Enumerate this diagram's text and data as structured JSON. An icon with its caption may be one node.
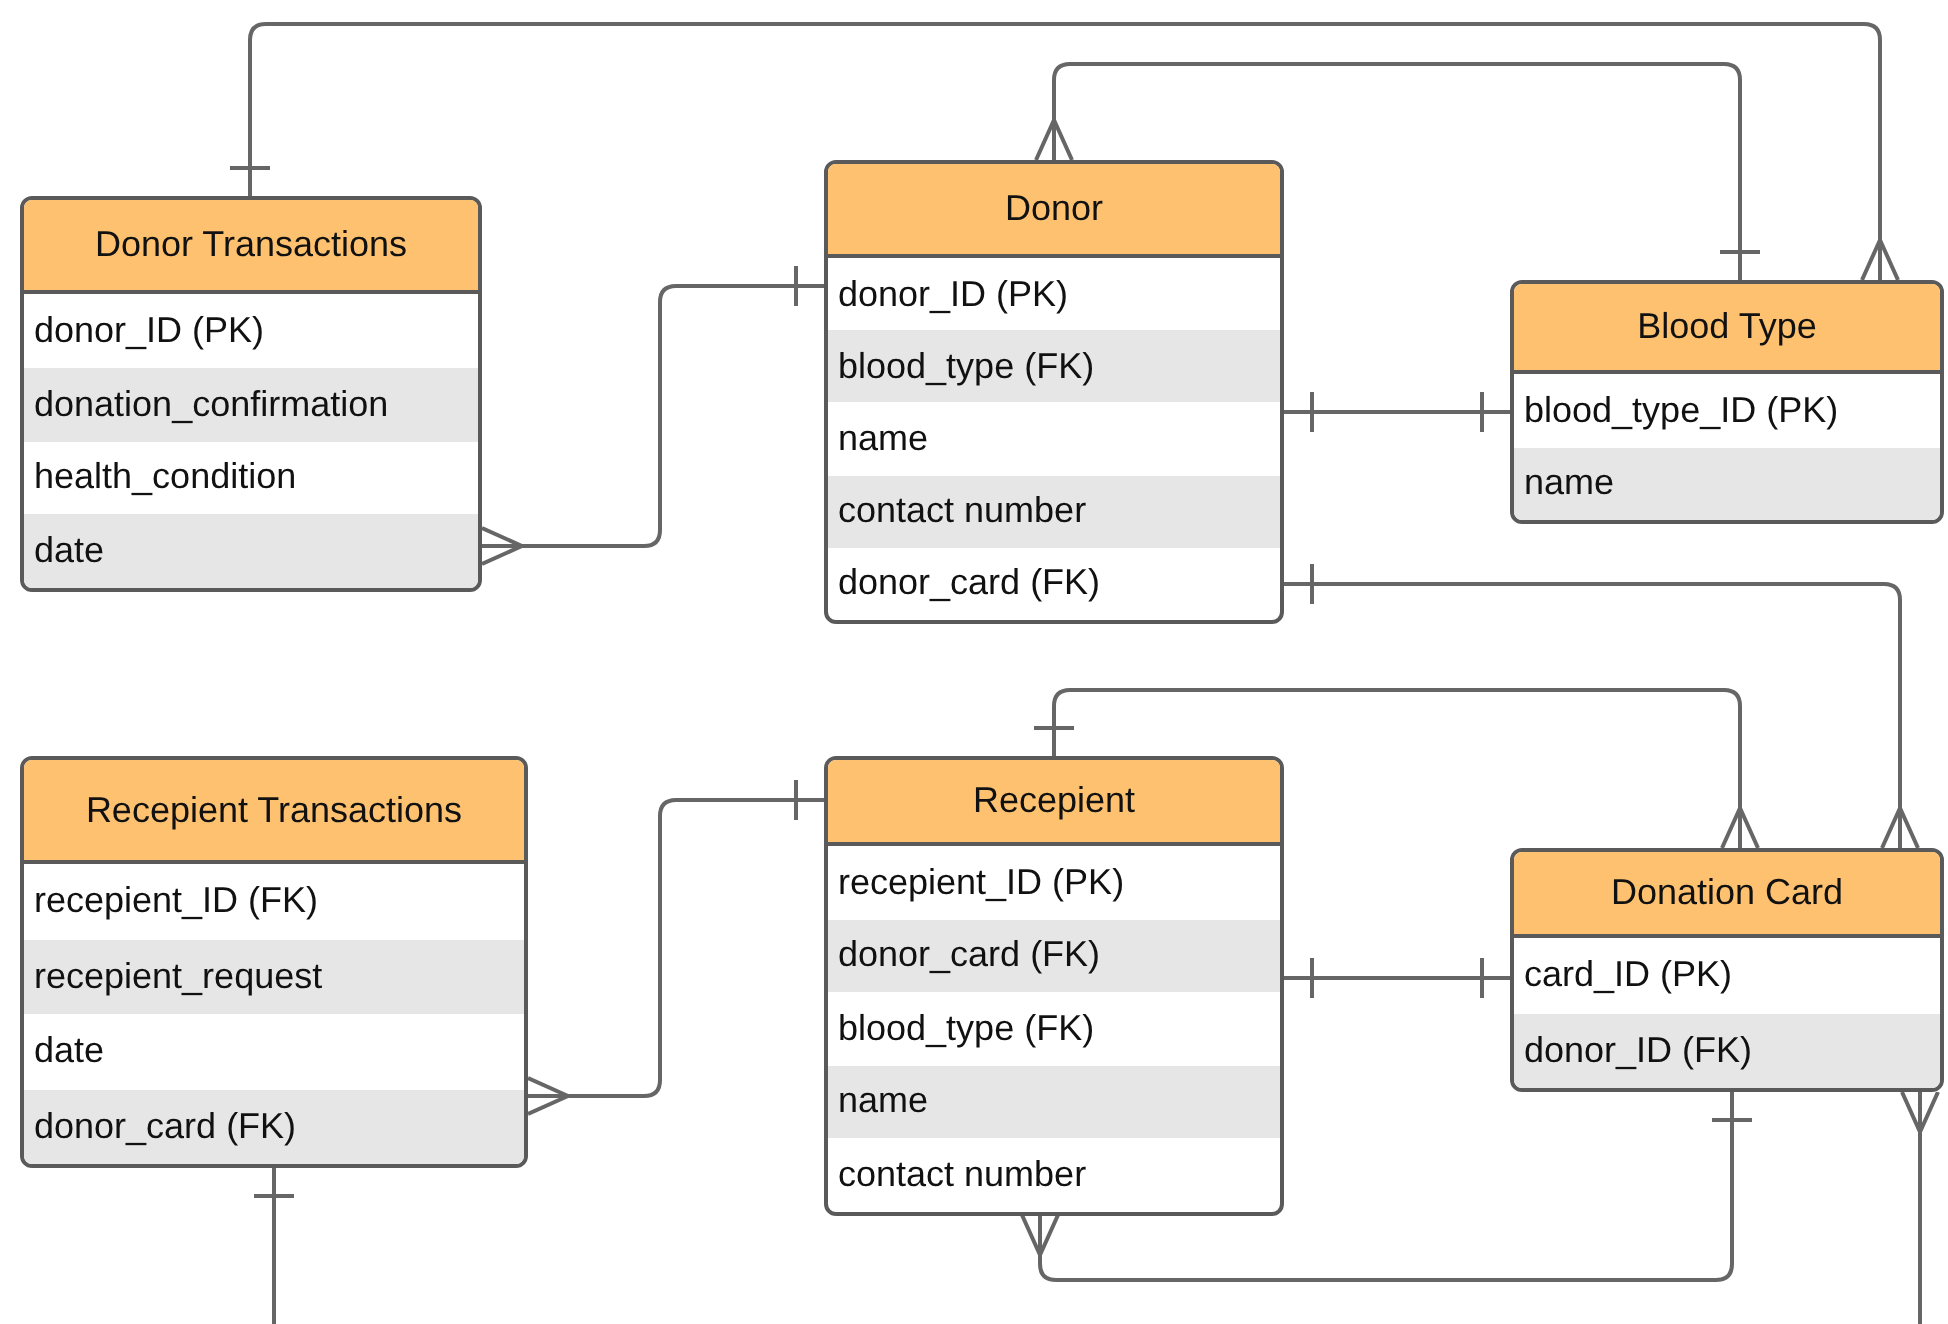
{
  "diagram": {
    "nodes": [
      {
        "text": [
          "Donor Transactions",
          "donor_ID (PK)",
          "donation_confirmation",
          "health_condition",
          "date"
        ]
      },
      {
        "text": [
          "Donor",
          "donor_ID (PK)",
          "blood_type (FK)",
          "name",
          "contact number",
          "donor_card (FK)"
        ]
      },
      {
        "text": [
          "Blood Type",
          "blood_type_ID (PK)",
          "name"
        ]
      },
      {
        "text": [
          "Recepient Transactions",
          "recepient_ID (FK)",
          "recepient_request",
          "date",
          "donor_card (FK)"
        ]
      },
      {
        "text": [
          "Recepient",
          "recepient_ID (PK)",
          "donor_card (FK)",
          "blood_type (FK)",
          "name",
          "contact number"
        ]
      },
      {
        "text": [
          "Donation Card",
          "card_ID (PK)",
          "donor_ID (FK)"
        ]
      }
    ],
    "edges": [
      {
        "from": 0,
        "to": 2,
        "arrow": "other"
      },
      {
        "from": 1,
        "to": 2,
        "arrow": "other"
      },
      {
        "from": 0,
        "to": 1,
        "arrow": "other"
      },
      {
        "from": 1,
        "to": 2,
        "arrow": "other"
      },
      {
        "from": 1,
        "to": 5,
        "arrow": "other"
      },
      {
        "from": 4,
        "to": 5,
        "arrow": "other"
      },
      {
        "from": 3,
        "to": 4,
        "arrow": "other"
      },
      {
        "from": 4,
        "to": 5,
        "arrow": "other"
      },
      {
        "from": 4,
        "to": 5,
        "arrow": "other"
      },
      {
        "from": 3,
        "to": null,
        "arrow": "other"
      },
      {
        "from": 5,
        "to": null,
        "arrow": "other"
      }
    ]
  }
}
